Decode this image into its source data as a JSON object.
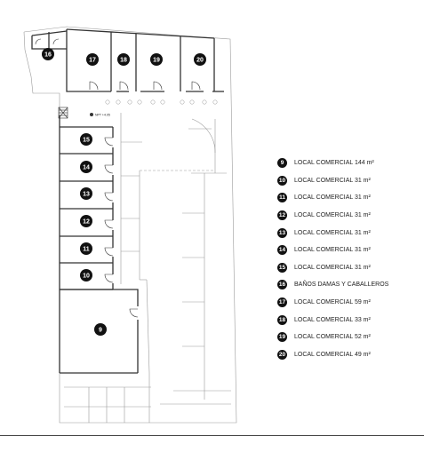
{
  "plan": {
    "level_note": "NPT +4.05",
    "units": [
      {
        "num": "9"
      },
      {
        "num": "10"
      },
      {
        "num": "11"
      },
      {
        "num": "12"
      },
      {
        "num": "13"
      },
      {
        "num": "14"
      },
      {
        "num": "15"
      },
      {
        "num": "16"
      },
      {
        "num": "17"
      },
      {
        "num": "18"
      },
      {
        "num": "19"
      },
      {
        "num": "20"
      }
    ]
  },
  "legend": {
    "items": [
      {
        "num": "9",
        "label": "LOCAL COMERCIAL 144 m²"
      },
      {
        "num": "10",
        "label": "LOCAL COMERCIAL 31 m²"
      },
      {
        "num": "11",
        "label": "LOCAL COMERCIAL 31 m²"
      },
      {
        "num": "12",
        "label": "LOCAL COMERCIAL 31 m²"
      },
      {
        "num": "13",
        "label": "LOCAL COMERCIAL 31 m²"
      },
      {
        "num": "14",
        "label": "LOCAL COMERCIAL 31 m²"
      },
      {
        "num": "15",
        "label": "LOCAL COMERCIAL 31 m²"
      },
      {
        "num": "16",
        "label": "BAÑOS DAMAS Y CABALLEROS"
      },
      {
        "num": "17",
        "label": "LOCAL COMERCIAL 59 m²"
      },
      {
        "num": "18",
        "label": "LOCAL COMERCIAL 33 m²"
      },
      {
        "num": "19",
        "label": "LOCAL COMERCIAL 52 m²"
      },
      {
        "num": "20",
        "label": "LOCAL COMERCIAL 49 m²"
      }
    ]
  }
}
